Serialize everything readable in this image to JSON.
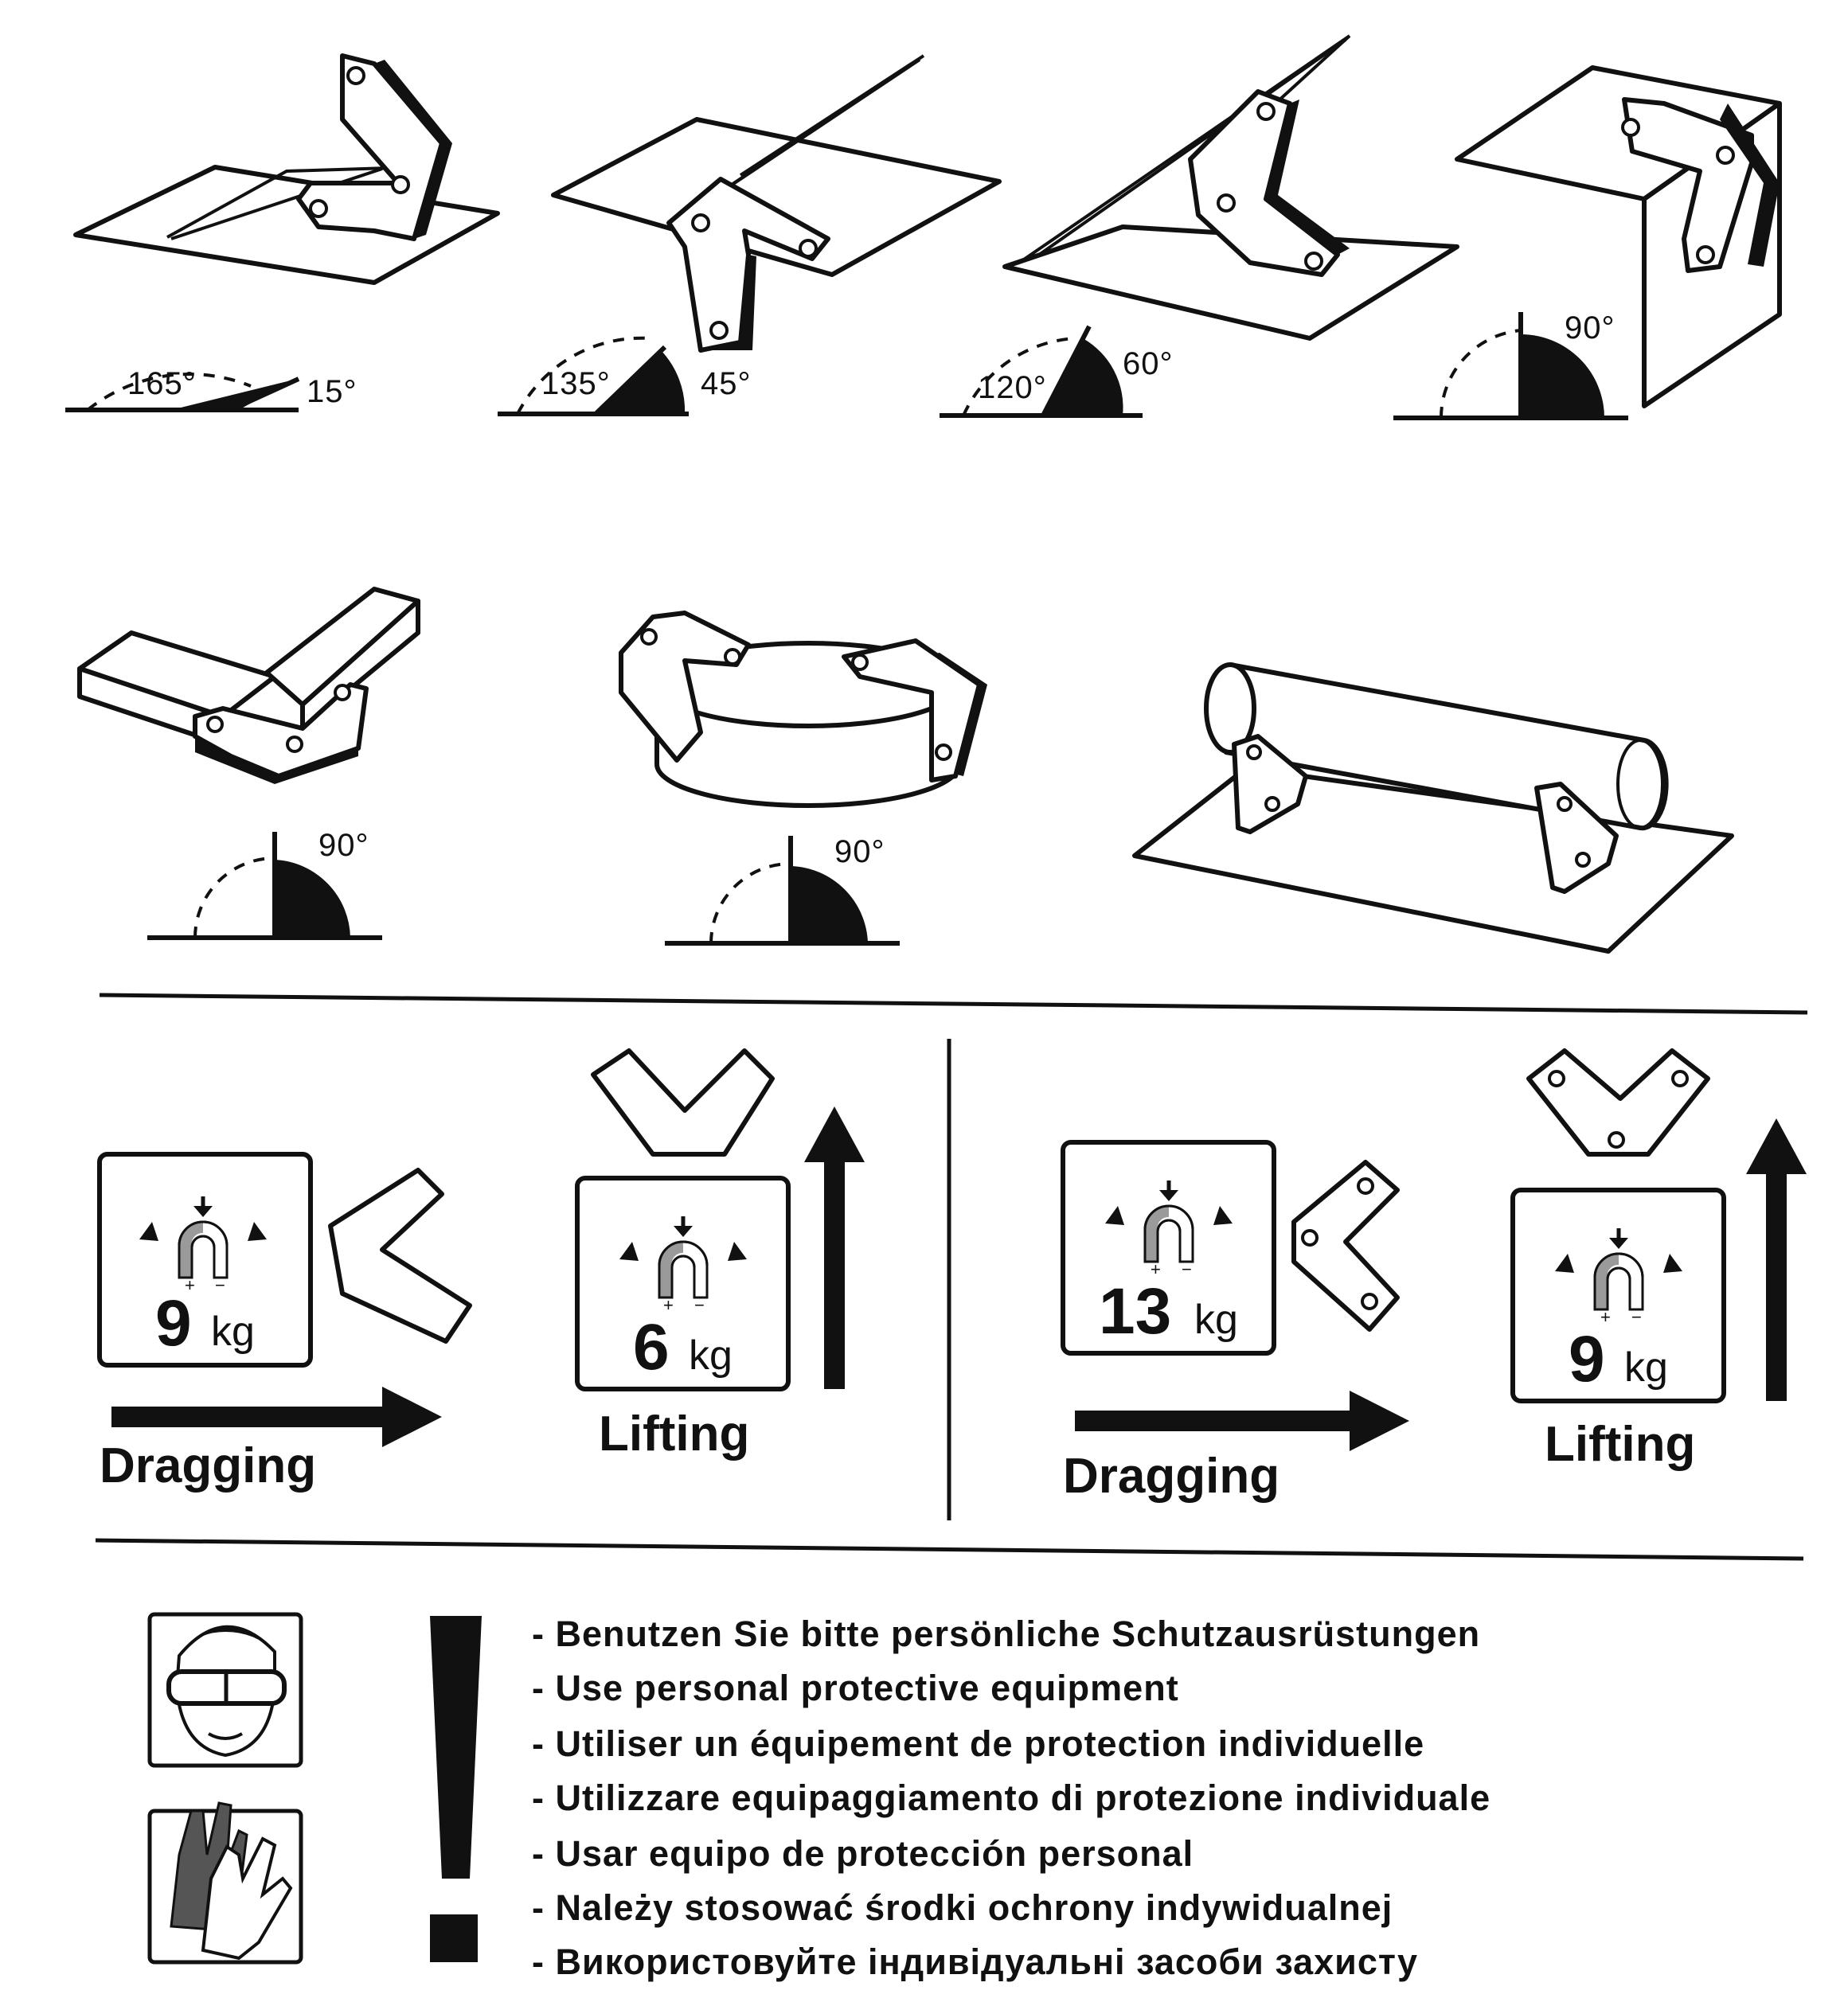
{
  "angle_sets": [
    {
      "obtuse": "165°",
      "acute": "15°"
    },
    {
      "obtuse": "135°",
      "acute": "45°"
    },
    {
      "obtuse": "120°",
      "acute": "60°"
    },
    {
      "right": "90°"
    }
  ],
  "right_angles": [
    {
      "label": "90°"
    },
    {
      "label": "90°"
    }
  ],
  "forces": {
    "left": {
      "dragging": {
        "value": "9",
        "unit": "kg",
        "label": "Dragging"
      },
      "lifting": {
        "value": "6",
        "unit": "kg",
        "label": "Lifting"
      }
    },
    "right": {
      "dragging": {
        "value": "13",
        "unit": "kg",
        "label": "Dragging"
      },
      "lifting": {
        "value": "9",
        "unit": "kg",
        "label": "Lifting"
      }
    },
    "polarity": {
      "plus": "+",
      "minus": "−"
    }
  },
  "warnings": [
    "- Benutzen Sie bitte persönliche Schutzausrüstungen",
    "- Use personal protective equipment",
    "- Utiliser un équipement de protection individuelle",
    "- Utilizzare equipaggiamento di protezione individuale",
    "- Usar equipo de protección personal",
    "- Należy stosować środki ochrony indywidualnej",
    "- Використовуйте індивідуальні засоби захисту"
  ],
  "icons": [
    "goggles-icon",
    "gloves-icon",
    "exclamation-icon",
    "magnet-icon"
  ],
  "colors": {
    "ink": "#111111",
    "paper": "#ffffff",
    "magnet": "#9a9a9a"
  }
}
